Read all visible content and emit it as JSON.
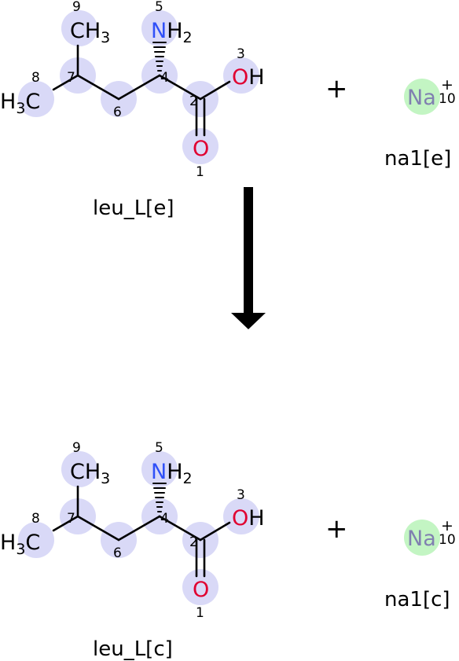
{
  "colors": {
    "highlight": "#d9d9f7",
    "sodium_highlight": "#c3f5c3",
    "carbon": "#000000",
    "nitrogen": "#3050f8",
    "oxygen": "#e00030",
    "sodium": "#8080b0"
  },
  "reactants": {
    "leucine": {
      "name": "leu_L[e]",
      "atoms": {
        "o1": "O",
        "oh3_o": "O",
        "oh3_h": "H",
        "nh5_n": "N",
        "nh5_h": "H",
        "nh5_sub": "2",
        "ch9_c": "CH",
        "ch9_sub": "3",
        "ch8_h": "H",
        "ch8_sub": "3",
        "ch8_c": "C"
      },
      "atom_numbers": [
        "1",
        "2",
        "3",
        "4",
        "5",
        "6",
        "7",
        "8",
        "9"
      ]
    },
    "plus": "+",
    "sodium": {
      "name": "na1[e]",
      "symbol": "Na",
      "charge": "+",
      "number": "10"
    }
  },
  "arrow": {
    "direction": "down"
  },
  "products": {
    "leucine": {
      "name": "leu_L[c]",
      "atoms": {
        "o1": "O",
        "oh3_o": "O",
        "oh3_h": "H",
        "nh5_n": "N",
        "nh5_h": "H",
        "nh5_sub": "2",
        "ch9_c": "CH",
        "ch9_sub": "3",
        "ch8_h": "H",
        "ch8_sub": "3",
        "ch8_c": "C"
      },
      "atom_numbers": [
        "1",
        "2",
        "3",
        "4",
        "5",
        "6",
        "7",
        "8",
        "9"
      ]
    },
    "plus": "+",
    "sodium": {
      "name": "na1[c]",
      "symbol": "Na",
      "charge": "+",
      "number": "10"
    }
  }
}
